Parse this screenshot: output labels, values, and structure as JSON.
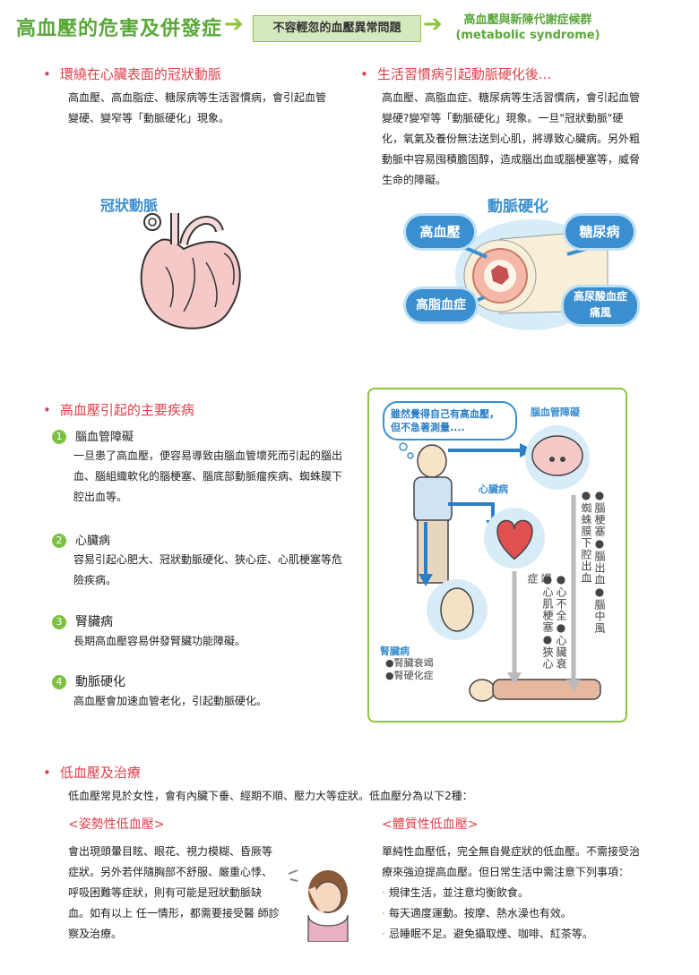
{
  "header": {
    "title": "高血壓的危害及併發症",
    "middle_box": "不容輕忽的血壓異常問題",
    "right_line1": "高血壓與新陳代謝症候群",
    "right_line2": "(metabolic syndrome)"
  },
  "section_coronary": {
    "heading": "環繞在心臟表面的冠狀動脈",
    "text_lines": [
      "高血壓、高血脂症、糖尿病等生活習慣病，會引起血管",
      "變硬、變窄等「動脈硬化」現象。"
    ],
    "image_label": "冠狀動脈"
  },
  "section_lifestyle": {
    "heading": "生活習慣病引起動脈硬化後...",
    "text_lines": [
      "高血壓、高脂血症、糖尿病等生活習慣病，會引起血管",
      "變硬?變窄等「動脈硬化」現象。一旦\"冠狀動脈\"硬",
      "化，氧氣及養份無法送到心肌，將導致心臟病。另外粗",
      "動脈中容易囤積膽固醇，造成腦出血或腦梗塞等，威脅",
      "生命的障礙。"
    ],
    "diagram": {
      "title": "動脈硬化",
      "pill_tl": "高血壓",
      "pill_tr": "糖尿病",
      "pill_bl": "高脂血症",
      "pill_br_1": "高尿酸血症",
      "pill_br_2": "痛風"
    }
  },
  "section_diseases": {
    "heading": "高血壓引起的主要疾病",
    "items": [
      {
        "num": "1",
        "title": "腦血管障礙",
        "lines": [
          "一旦患了高血壓，便容易導致由腦血管壞死而引起的腦出",
          "血、腦組織軟化的腦梗塞、腦底部動脈瘤疾病、蜘蛛膜下",
          "腔出血等。"
        ]
      },
      {
        "num": "2",
        "title": "心臟病",
        "lines": [
          "容易引起心肥大、冠狀動脈硬化、狹心症、心肌梗塞等危",
          "險疾病。"
        ]
      },
      {
        "num": "3",
        "title": "腎臟病",
        "lines": [
          "長期高血壓容易併發腎臟功能障礙。"
        ]
      },
      {
        "num": "4",
        "title": "動脈硬化",
        "lines": [
          "高血壓會加速血管老化，引起動脈硬化。"
        ]
      }
    ]
  },
  "illustration": {
    "bubble_1": "雖然覺得自己有高血壓，",
    "bubble_2": "但不急著測量....",
    "brain_label": "腦血管障礙",
    "heart_label": "心臟病",
    "kidney_label": "腎臟病",
    "kidney_items": [
      "●腎臟衰竭",
      "●腎硬化症"
    ],
    "brain_col1": "●蜘蛛膜下腔出血",
    "brain_col2": "●腦梗塞●腦出血●腦中風",
    "heart_col1": "●心肌梗塞●狹心症",
    "heart_col2": "●心不全●心臟衰竭"
  },
  "section_low": {
    "heading": "低血壓及治療",
    "intro": "低血壓常見於女性，會有內臟下垂、經期不順、壓力大等症狀。低血壓分為以下2種：",
    "left": {
      "title": "<姿勢性低血壓>",
      "lines": [
        "會出現頭暈目眩、眼花、視力模糊、昏厥等",
        "症狀。另外若伴隨胸部不舒服、嚴重心悸、",
        "呼吸困難等症狀，則有可能是冠狀動脈缺",
        "血。如有以上 任一情形，都需要接受醫 師診",
        "察及治療。"
      ]
    },
    "right": {
      "title": "<體質性低血壓>",
      "lines": [
        "單純性血壓低，完全無自覺症狀的低血壓。不需接受治",
        "療來強迫提高血壓。但日常生活中需注意下列事項："
      ],
      "bullets": [
        "規律生活，並注意均衡飲食。",
        "每天適度運動。按摩、熱水澡也有效。",
        "忌睡眠不足。避免攝取煙、咖啡、紅茶等。"
      ]
    }
  },
  "colors": {
    "green": "#5aa83a",
    "red": "#e0404a",
    "blue": "#3a8fd0"
  }
}
